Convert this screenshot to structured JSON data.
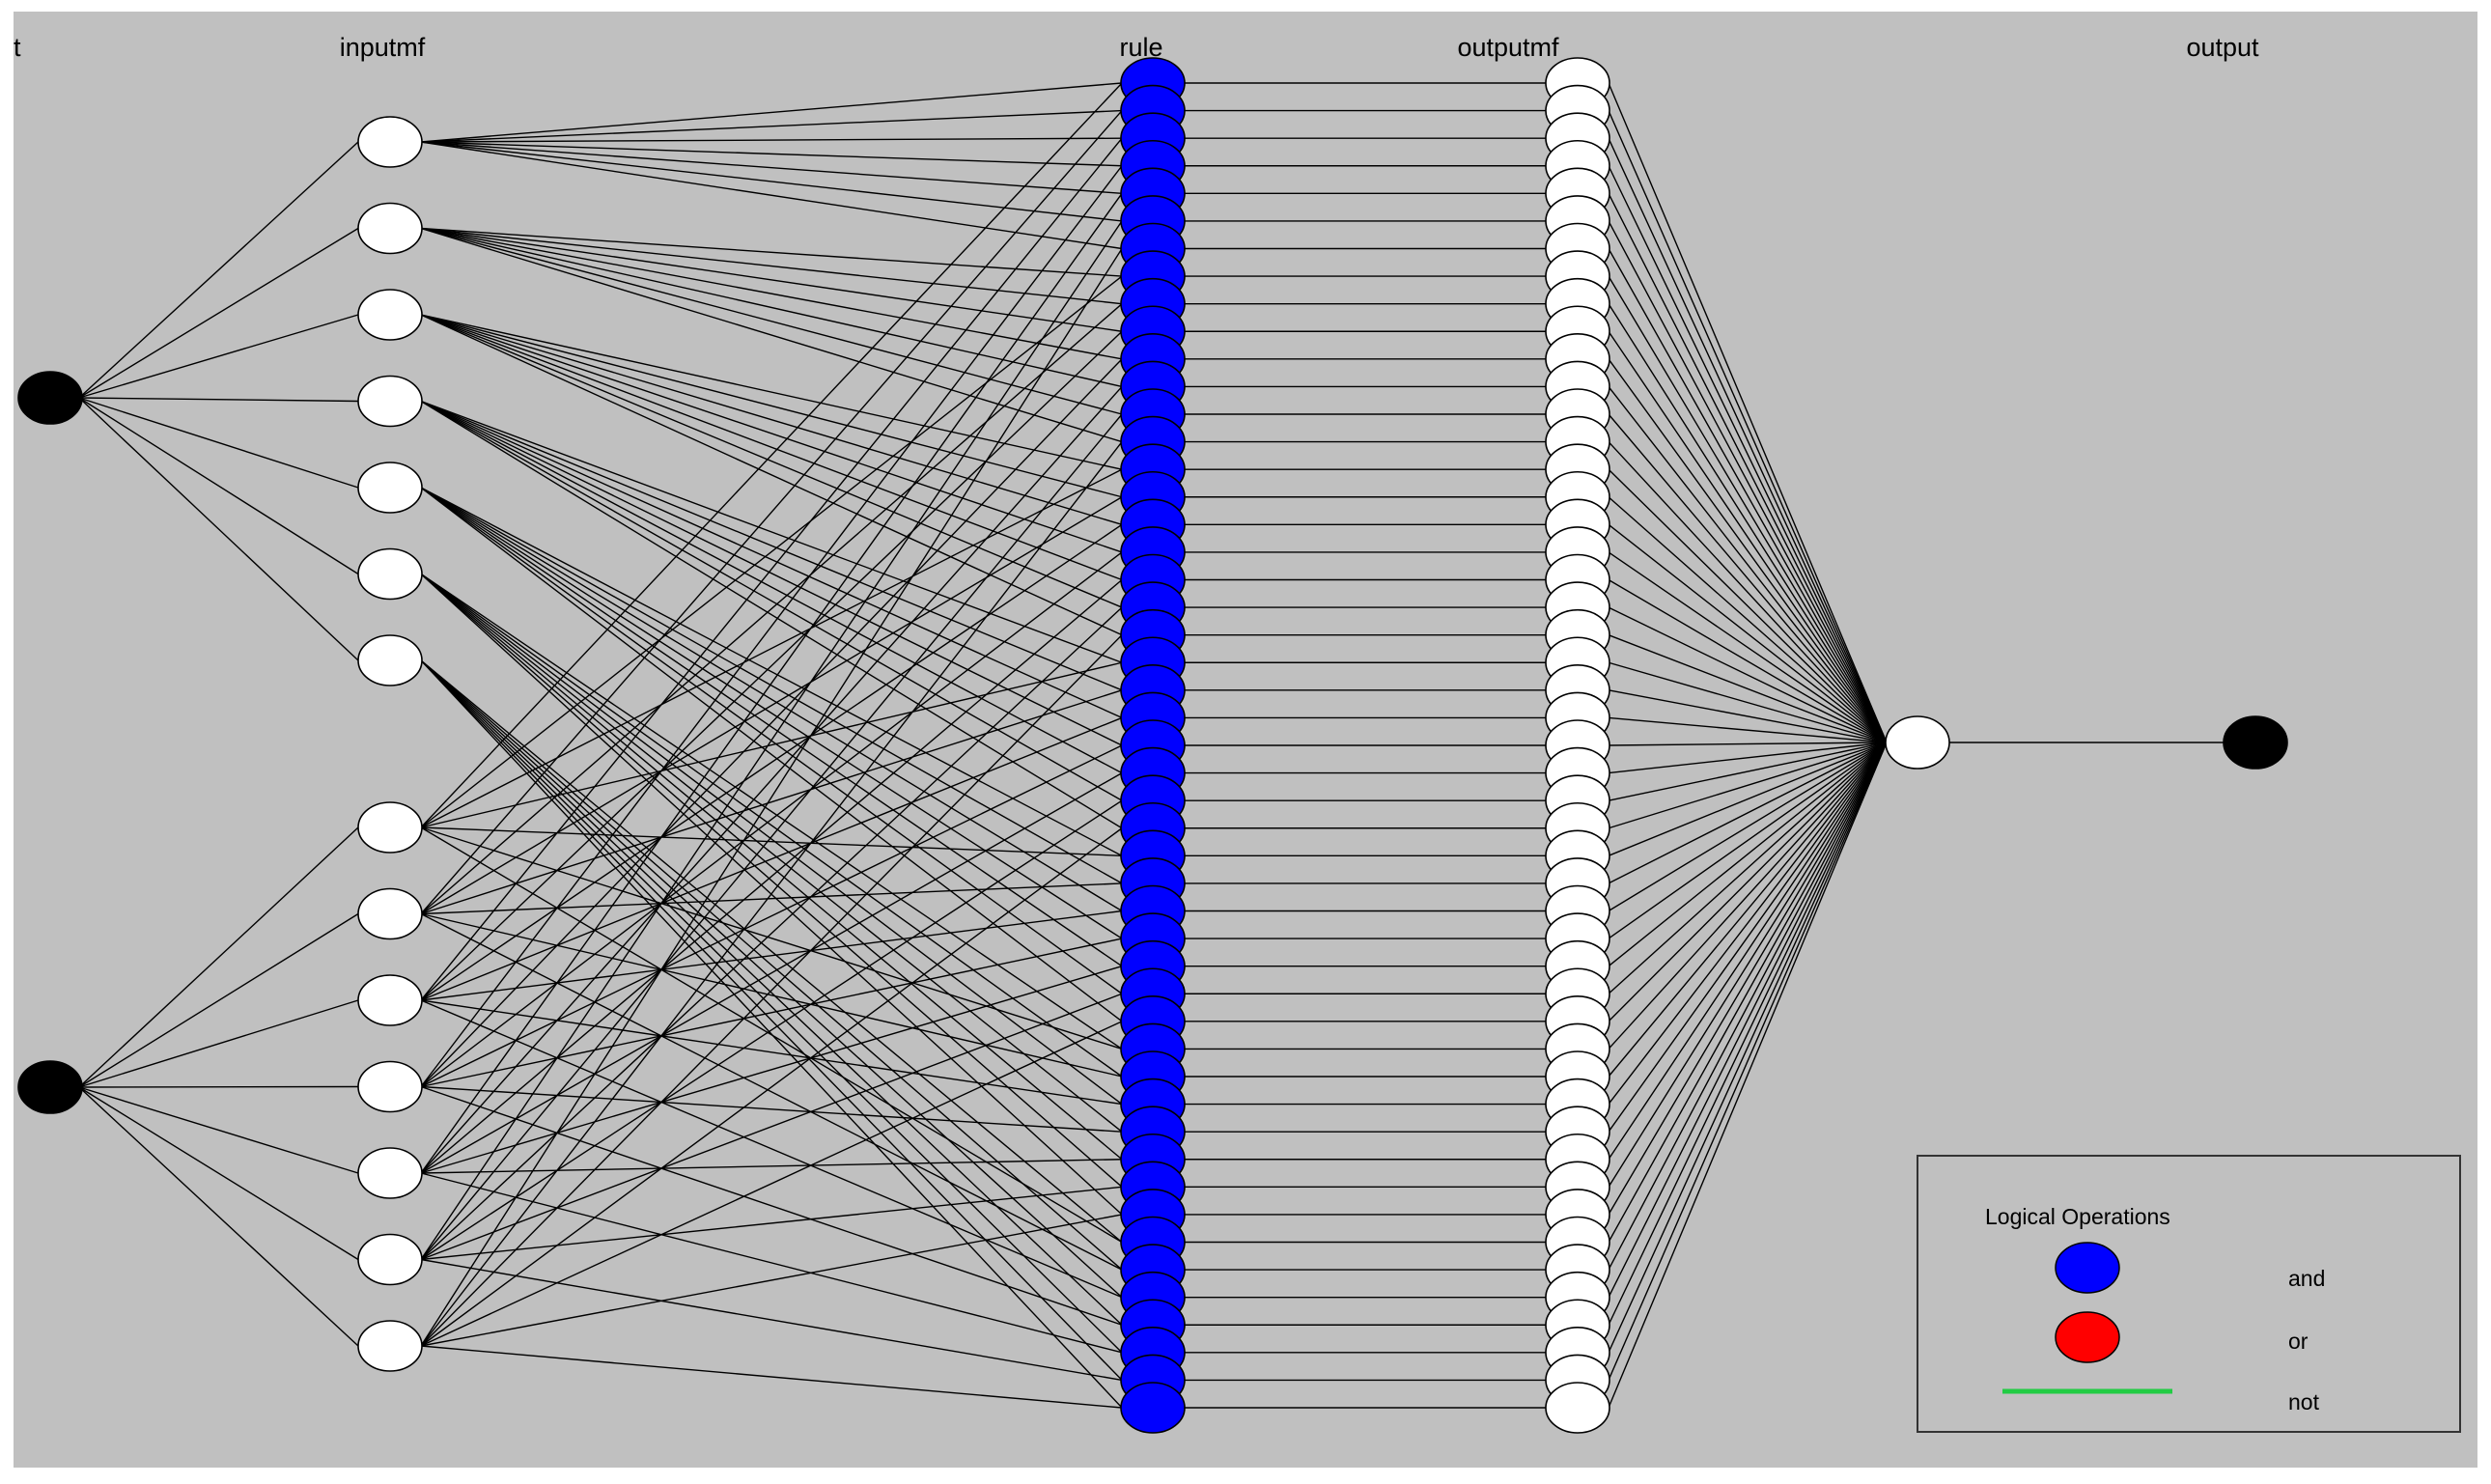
{
  "labels": {
    "input": "t",
    "inputmf": "inputmf",
    "rule": "rule",
    "outputmf": "outputmf",
    "output": "output"
  },
  "network": {
    "inputs": 2,
    "mfs_per_input": 7,
    "rules": 49,
    "outputmfs": 49,
    "outputs": 1
  },
  "legend": {
    "title": "Logical Operations",
    "items": [
      {
        "label": "and",
        "kind": "ellipse",
        "color": "#0000ff"
      },
      {
        "label": "or",
        "kind": "ellipse",
        "color": "#ff0000"
      },
      {
        "label": "not",
        "kind": "line",
        "color": "#22cc44"
      }
    ]
  },
  "colors": {
    "background": "#c0c0c0",
    "input_node": "#000000",
    "mf_node": "#ffffff",
    "rule_node": "#0000ff",
    "edge": "#000000"
  }
}
